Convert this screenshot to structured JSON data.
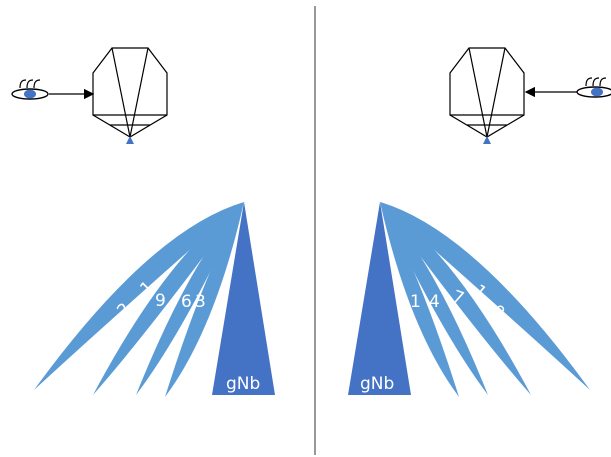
{
  "colors": {
    "petal": "#5b9bd5",
    "wedge": "#4472c4",
    "eye_pupil": "#4472c4",
    "stroke": "#000000"
  },
  "left": {
    "wedge_label": "gNb",
    "petal_labels": [
      "2",
      "1",
      "9",
      "6",
      "3"
    ]
  },
  "right": {
    "wedge_label": "gNb",
    "petal_labels": [
      "1",
      "4",
      "7",
      "1",
      "0"
    ]
  },
  "icons": {
    "left_eye": "eye-icon",
    "right_eye": "eye-icon",
    "left_prism": "hexagon-prism-icon",
    "right_prism": "hexagon-prism-icon"
  }
}
